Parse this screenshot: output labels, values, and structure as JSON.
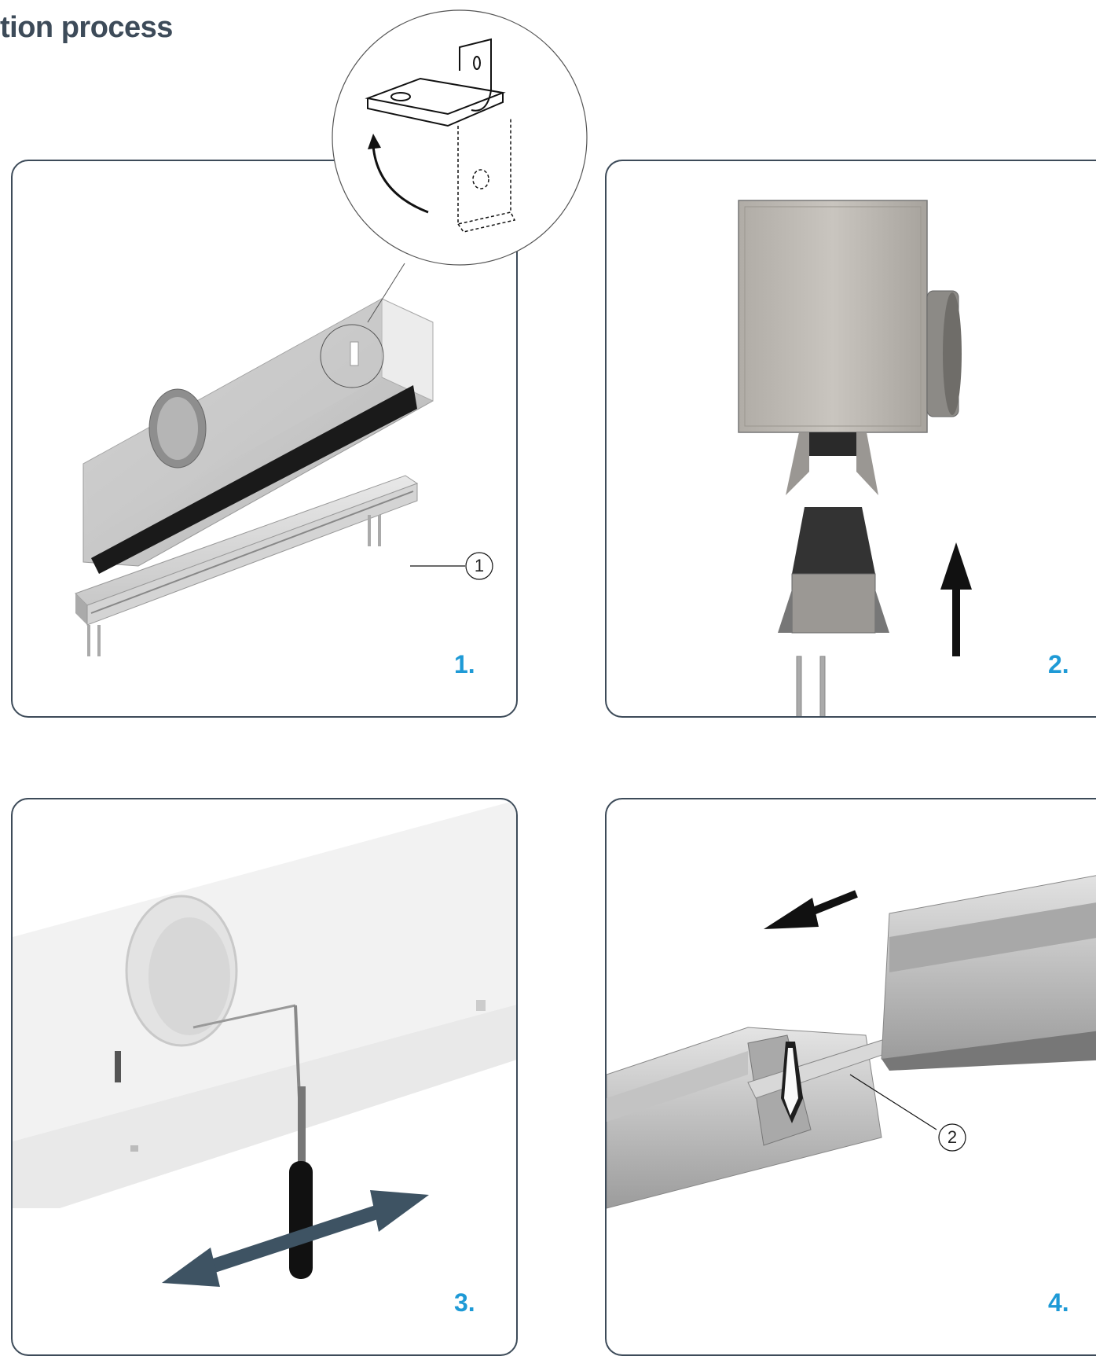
{
  "header": {
    "title": "tion process"
  },
  "steps": [
    {
      "label": "1."
    },
    {
      "label": "2."
    },
    {
      "label": "3."
    },
    {
      "label": "4."
    }
  ],
  "callouts": [
    {
      "label": "1"
    },
    {
      "label": "2"
    }
  ],
  "colors": {
    "title": "#3d4b59",
    "frame": "#3d4b59",
    "step_number": "#1e9ad6",
    "arrow_dark": "#111111",
    "arrow_slate": "#3e5363"
  },
  "icons": [
    "arrow-up-icon",
    "arrow-left-icon",
    "double-arrow-icon",
    "curved-arrow-icon"
  ]
}
